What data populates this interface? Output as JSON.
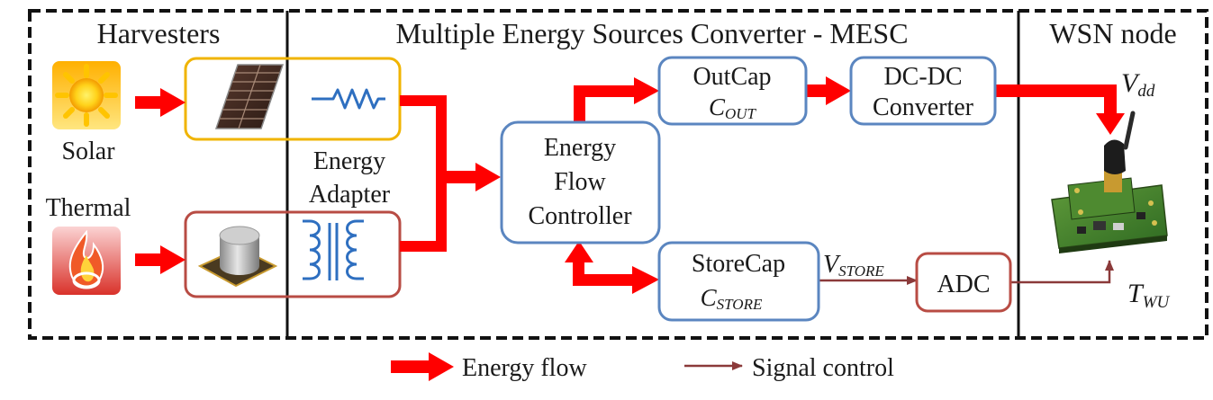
{
  "sections": {
    "harvesters": "Harvesters",
    "mesc": "Multiple Energy Sources Converter - MESC",
    "wsn": "WSN node"
  },
  "sources": {
    "solar": "Solar",
    "thermal": "Thermal"
  },
  "adapter": {
    "line1": "Energy",
    "line2": "Adapter"
  },
  "blocks": {
    "controller": [
      "Energy",
      "Flow",
      "Controller"
    ],
    "outcap": {
      "name": "OutCap",
      "sym": "C",
      "sub": "OUT"
    },
    "dcdc": [
      "DC-DC",
      "Converter"
    ],
    "storecap": {
      "name": "StoreCap",
      "sym": "C",
      "sub": "STORE"
    },
    "adc": "ADC"
  },
  "signals": {
    "vstore": {
      "sym": "V",
      "sub": "STORE"
    },
    "vdd": {
      "sym": "V",
      "sub": "dd"
    },
    "twu": {
      "sym": "T",
      "sub": "WU"
    }
  },
  "legend": {
    "energy_flow": "Energy flow",
    "signal_control": "Signal control"
  },
  "colors": {
    "energy": "#ff0000",
    "signal": "#8b3a3a",
    "block_blue": "#5b86c0",
    "solar_border": "#f0b400",
    "thermal_border": "#b84c44"
  }
}
